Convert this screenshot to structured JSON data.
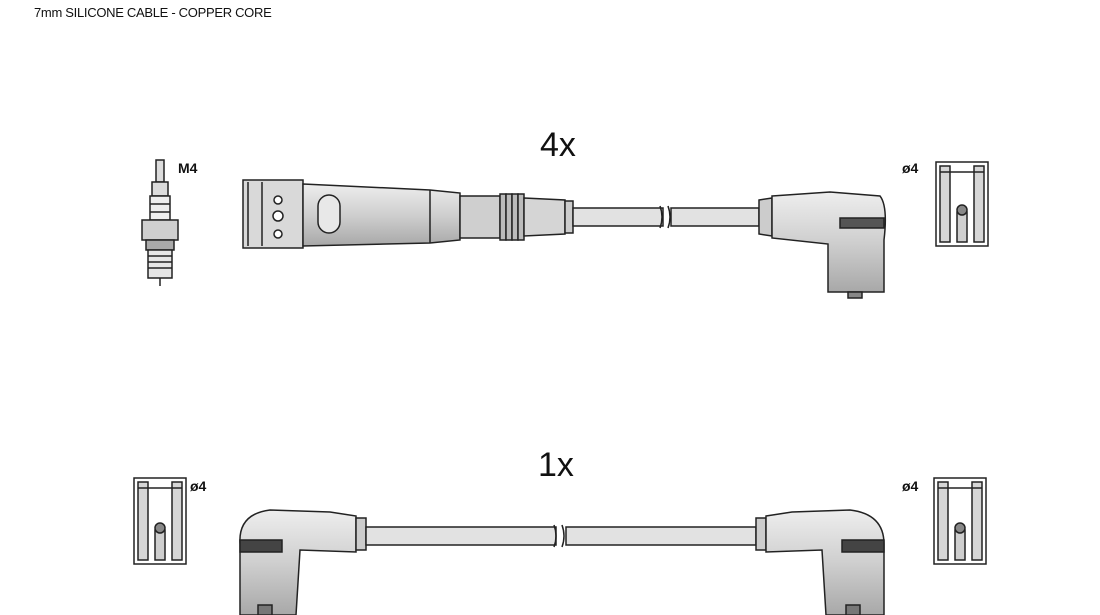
{
  "header": {
    "title": "7mm SILICONE CABLE - COPPER CORE"
  },
  "cables": [
    {
      "quantity": "4x",
      "left_label": "M4",
      "right_label": "ø4",
      "ends": [
        "spark-plug-connector-straight",
        "distributor-connector-angled"
      ]
    },
    {
      "quantity": "1x",
      "left_label": "ø4",
      "right_label": "ø4",
      "ends": [
        "angled-connector",
        "angled-connector"
      ]
    }
  ],
  "colors": {
    "line": "#222222",
    "fill": "#d9d9d9",
    "dark": "#555555"
  }
}
